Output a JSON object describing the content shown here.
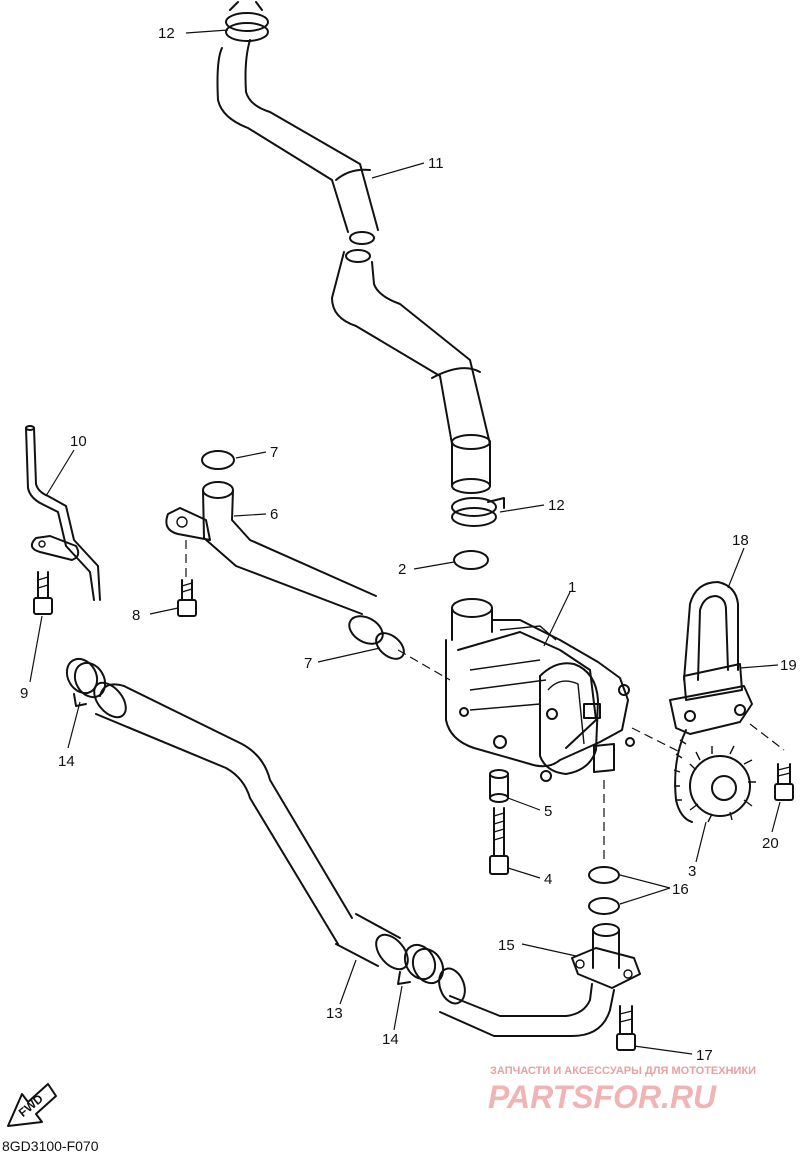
{
  "callouts": [
    {
      "id": "c1",
      "label": "1"
    },
    {
      "id": "c2",
      "label": "2"
    },
    {
      "id": "c3",
      "label": "3"
    },
    {
      "id": "c4",
      "label": "4"
    },
    {
      "id": "c5",
      "label": "5"
    },
    {
      "id": "c6",
      "label": "6"
    },
    {
      "id": "c7a",
      "label": "7"
    },
    {
      "id": "c7b",
      "label": "7"
    },
    {
      "id": "c8",
      "label": "8"
    },
    {
      "id": "c9",
      "label": "9"
    },
    {
      "id": "c10",
      "label": "10"
    },
    {
      "id": "c11",
      "label": "11"
    },
    {
      "id": "c12a",
      "label": "12"
    },
    {
      "id": "c12b",
      "label": "12"
    },
    {
      "id": "c13",
      "label": "13"
    },
    {
      "id": "c14a",
      "label": "14"
    },
    {
      "id": "c14b",
      "label": "14"
    },
    {
      "id": "c15",
      "label": "15"
    },
    {
      "id": "c16",
      "label": "16"
    },
    {
      "id": "c17",
      "label": "17"
    },
    {
      "id": "c18",
      "label": "18"
    },
    {
      "id": "c19",
      "label": "19"
    },
    {
      "id": "c20",
      "label": "20"
    }
  ],
  "direction_marker": "FWD",
  "diagram_code": "8GD3100-F070",
  "watermark": {
    "subtitle": "ЗАПЧАСТИ И АКСЕССУАРЫ ДЛЯ МОТОТЕХНИКИ",
    "brand": "PARTSFOR.RU"
  }
}
